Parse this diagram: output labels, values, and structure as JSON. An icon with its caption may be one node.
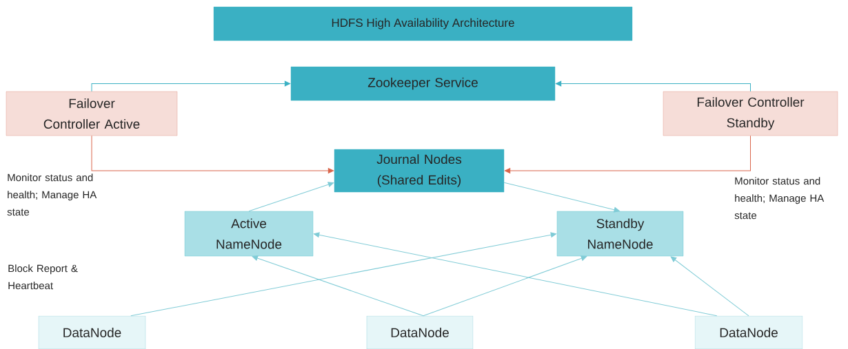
{
  "diagram": {
    "title": "HDFS High Availability Architecture",
    "nodes": [
      {
        "text": [
          "Zookeeper Service"
        ]
      },
      {
        "text": [
          "Failover Controller Active"
        ]
      },
      {
        "text": [
          "Failover Controller Standby"
        ]
      },
      {
        "text": [
          "Journal Nodes (Shared Edits)"
        ]
      },
      {
        "text": [
          "Active NameNode"
        ]
      },
      {
        "text": [
          "Standby NameNode"
        ]
      },
      {
        "text": [
          "DataNode"
        ]
      },
      {
        "text": [
          "DataNode"
        ]
      },
      {
        "text": [
          "DataNode"
        ]
      }
    ],
    "edges": [
      {
        "from": 1,
        "to": 0,
        "arrow": "to",
        "color": "#3ab0c3"
      },
      {
        "from": 2,
        "to": 0,
        "arrow": "to",
        "color": "#3ab0c3"
      },
      {
        "from": 1,
        "to": 3,
        "arrow": "to",
        "color": "#d9644a"
      },
      {
        "from": 2,
        "to": 3,
        "arrow": "to",
        "color": "#d9644a"
      },
      {
        "from": 4,
        "to": 3,
        "arrow": "to"
      },
      {
        "from": 3,
        "to": 5,
        "arrow": "to"
      },
      {
        "from": 6,
        "to": 5,
        "arrow": "to"
      },
      {
        "from": 7,
        "to": 4,
        "arrow": "to"
      },
      {
        "from": 7,
        "to": 5,
        "arrow": "to"
      },
      {
        "from": 8,
        "to": 4,
        "arrow": "to"
      },
      {
        "from": 8,
        "to": 5,
        "arrow": "to"
      }
    ],
    "labels": [
      "Monitor status and health; Manage HA state",
      "Monitor status and health; Manage HA state",
      "Block Report & Heartbeat"
    ]
  }
}
